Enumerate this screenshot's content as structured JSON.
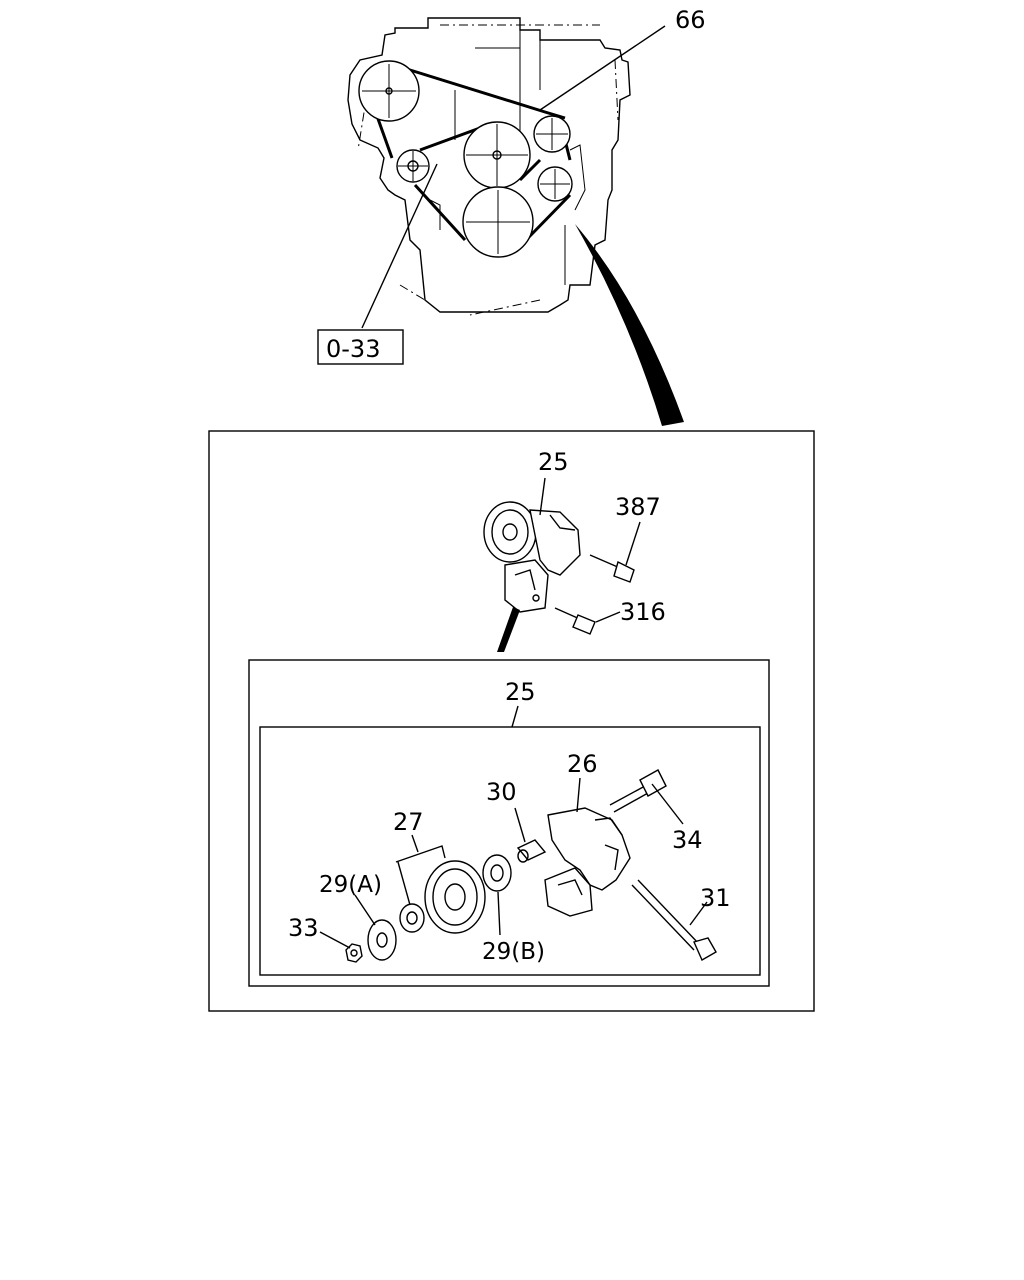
{
  "labels": {
    "belt": "66",
    "ref_box": "0-33",
    "tensioner_assy_top": "25",
    "bolt_387": "387",
    "bolt_316": "316",
    "tensioner_assy_inner": "25",
    "bracket": "26",
    "pulley": "27",
    "bushing": "30",
    "bolt_34": "34",
    "bolt_31": "31",
    "washer_a": "29(A)",
    "washer_b": "29(B)",
    "nut": "33"
  }
}
